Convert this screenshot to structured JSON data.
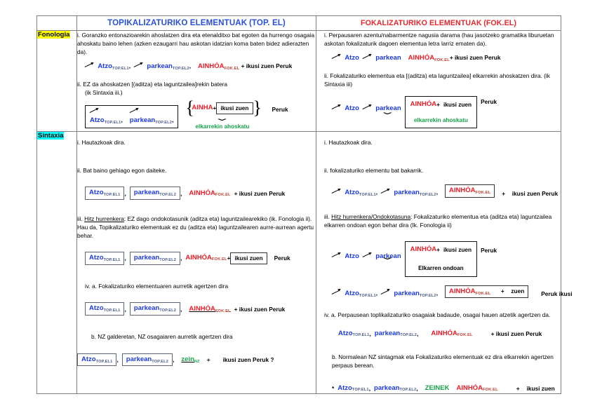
{
  "table": {
    "headers": {
      "label_col": "",
      "topic": "TOPIKALIZATURIKO ELEMENTUAK (TOP. EL)",
      "topic_main": "TOPIKALIZATURIKO ELEMENTUAK",
      "topic_paren": "(TOP. EL)",
      "focus_main": "FOKALIZATURIKO ELEMENTUAK",
      "focus_paren": "(FOK.EL)"
    },
    "rows": [
      {
        "label": "Fonologia",
        "highlight": "#ffff00"
      },
      {
        "label": "Sintaxia",
        "highlight": "#00ffff"
      }
    ]
  },
  "colors": {
    "topic_blue": "#1a38e8",
    "focus_red": "#ee1b24",
    "green": "#16a34a",
    "header_blue": "#2a4fd8",
    "header_red": "#e8262b",
    "subscript_blue": "#4a5a8c",
    "border_gray": "#808080",
    "yellow_highlight": "#ffff00",
    "cyan_highlight": "#00ffff"
  },
  "tokens": {
    "atzo": "Atzo",
    "parkean": "parkean",
    "ainhoa": "AINHÓA",
    "ainha": "AINHA",
    "ikusizuen": "ikusi zuen",
    "ikusizuen_sp": "ikusi zuen",
    "peruk": "Peruk",
    "peruk_ikusi": "Peruk ikusi",
    "zein": "zein",
    "zeinek": "ZEINEK",
    "zuen": "zuen",
    "plus": "+",
    "comma": ",",
    "qmark": "?",
    "star": "*",
    "sub_top1": "TOP.EL1",
    "sub_top2": "TOP.EL2",
    "sub_fok": "FOK.EL",
    "sub_nz": "NZ",
    "ikusizuen_peruk": "+ ikusi zuen Peruk",
    "plus_ikusizuen_peruk": "ikusi zuen Peruk"
  },
  "phonology": {
    "topic": {
      "i_text": "i. Goranzko entonazioarekin ahoslatzen dira eta etenalditxo bat egoten da hurrengo osagaia ahoskatu baino lehen (azken ezaugarri hau askotan idatzian koma baten bidez adierazten da).",
      "ii_text": "ii. EZ da ahoskatzen [(aditza) eta laguntzailea]rekin batera",
      "ii_sub": "(ik Sintaxia iii.)",
      "green_label": "elkarrekin ahoskatu"
    },
    "focus": {
      "i_text": "i. Perpausaren azentu/nabarmentze nagusia darama (hau jasotzeko gramatika liburuetan askotan fokalizaturik dagoen elementua letra larriz ematen da).",
      "ii_text": "ii. Fokalizaturiko elementua eta [(aditza) eta laguntzailea] elkarrekin ahoskatzen dira. (ik Sintaxia iii)",
      "green_label": "elkarrekin ahoskatu"
    }
  },
  "syntax": {
    "topic": {
      "i_text": "i. Hautazkoak dira.",
      "ii_text": "ii.  Bat baino gehiago egon daiteke.",
      "iii_label": "Hitz hurrenkera",
      "iii_text": ": EZ dago ondokotasunik (aditza eta) laguntzailearekiko (ik. Fonologia ii). Hau da, Topikalizaturiko elementuak ez du (aditza eta) laguntzailearen aurre-aurrean agertu behar.",
      "iv_a_text": "iv. a. Fokalizaturiko elementuaren aurretik agertzen dira",
      "iv_b_text": "b. NZ galderetan, NZ osagaiaren aurretik agertzen dira"
    },
    "focus": {
      "i_text": "i. Hautazkoak dira.",
      "ii_text": "ii.  fokalizaturiko elementu bat bakarrik.",
      "iii_label": "Hitz hurrenkera/Ondokotasuna",
      "iii_text": ": Fokalizaturiko elementua eta (aditza eta) laguntzailea elkarren ondoan egon behar dira (Ik. Fonologia ii)",
      "iii_innerlabel": "Elkarren ondoan",
      "iv_a_text": "iv. a. Perpausean toplikalizaturiko osagaiak badaude, osagai hauen atzetik agertzen da.",
      "iv_b_text": "b. Normalean NZ sintagmak eta Fokalizaturiko elementuak ez dira elkarrekin agertzen perpaus berean."
    }
  }
}
